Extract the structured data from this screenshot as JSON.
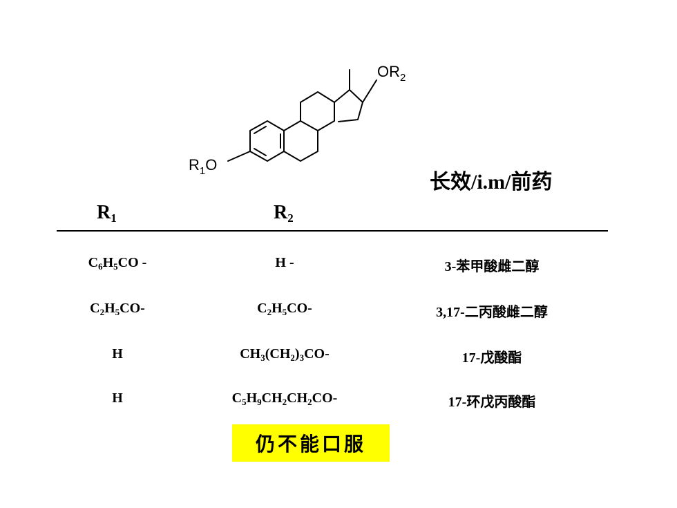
{
  "structure": {
    "label_or2_prefix": "OR",
    "label_or2_sub": "2",
    "label_r1o_prefix": "R",
    "label_r1o_sub": "1",
    "label_r1o_suffix": "O"
  },
  "heading_note": "长效/i.m/前药",
  "columns": {
    "r1": {
      "main": "R",
      "sub": "1"
    },
    "r2": {
      "main": "R",
      "sub": "2"
    }
  },
  "rows": [
    {
      "r1": [
        {
          "t": "C"
        },
        {
          "s": "6"
        },
        {
          "t": "H"
        },
        {
          "s": "5"
        },
        {
          "t": "CO -"
        }
      ],
      "r2": [
        {
          "t": "H -"
        }
      ],
      "name": "3-苯甲酸雌二醇"
    },
    {
      "r1": [
        {
          "t": "C"
        },
        {
          "s": "2"
        },
        {
          "t": "H"
        },
        {
          "s": "5"
        },
        {
          "t": "CO-"
        }
      ],
      "r2": [
        {
          "t": "C"
        },
        {
          "s": "2"
        },
        {
          "t": "H"
        },
        {
          "s": "5"
        },
        {
          "t": "CO-"
        }
      ],
      "name": "3,17-二丙酸雌二醇"
    },
    {
      "r1": [
        {
          "t": "H"
        }
      ],
      "r2": [
        {
          "t": "CH"
        },
        {
          "s": "3"
        },
        {
          "t": "(CH"
        },
        {
          "s": "2"
        },
        {
          "t": ")"
        },
        {
          "s": "3"
        },
        {
          "t": "CO-"
        }
      ],
      "name": "17-戊酸酯"
    },
    {
      "r1": [
        {
          "t": "H"
        }
      ],
      "r2": [
        {
          "t": "C"
        },
        {
          "s": "5"
        },
        {
          "t": "H"
        },
        {
          "s": "9"
        },
        {
          "t": "CH"
        },
        {
          "s": "2"
        },
        {
          "t": "CH"
        },
        {
          "s": "2"
        },
        {
          "t": "CO-"
        }
      ],
      "name": "17-环戊丙酸酯"
    }
  ],
  "note": "仍不能口服",
  "colors": {
    "highlight": "#ffff00",
    "text": "#000000"
  }
}
